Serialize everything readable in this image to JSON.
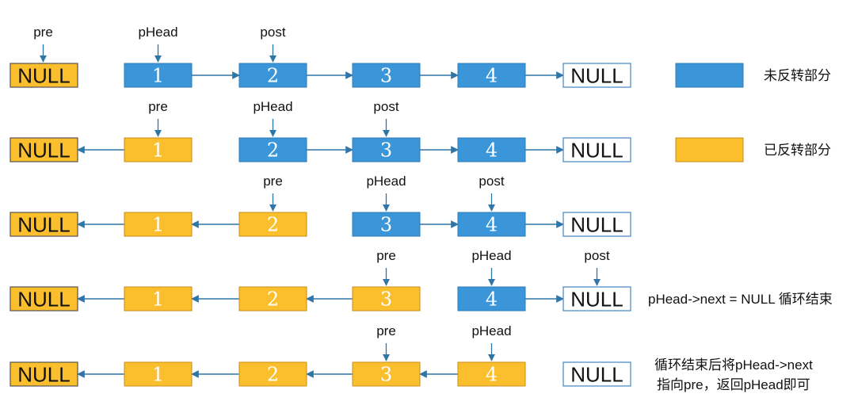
{
  "colors": {
    "blue": "#3a96d9",
    "orange": "#fbbe2c",
    "blue_border": "#2d7bb5",
    "orange_border": "#c98e14",
    "arrow": "#2f75a8",
    "null_border": "#3f86c2",
    "null_fill": "#ffffff",
    "text_dark": "#111111",
    "text_light": "#ffffff"
  },
  "legend": [
    {
      "color": "blue",
      "label": "未反转部分"
    },
    {
      "color": "orange",
      "label": "已反转部分"
    }
  ],
  "rows": [
    {
      "nodes": [
        {
          "text": "NULL",
          "kind": "orange-null"
        },
        {
          "text": "1",
          "kind": "blue"
        },
        {
          "text": "2",
          "kind": "blue"
        },
        {
          "text": "3",
          "kind": "blue"
        },
        {
          "text": "4",
          "kind": "blue"
        },
        {
          "text": "NULL",
          "kind": "null"
        }
      ],
      "links": [
        {
          "from": 1,
          "to": 2,
          "dir": "right"
        },
        {
          "from": 2,
          "to": 3,
          "dir": "right"
        },
        {
          "from": 3,
          "to": 4,
          "dir": "right"
        },
        {
          "from": 4,
          "to": 5,
          "dir": "right"
        }
      ],
      "pointers": [
        {
          "label": "pre",
          "node": 0
        },
        {
          "label": "pHead",
          "node": 1
        },
        {
          "label": "post",
          "node": 2
        }
      ],
      "note": []
    },
    {
      "nodes": [
        {
          "text": "NULL",
          "kind": "orange-null"
        },
        {
          "text": "1",
          "kind": "orange"
        },
        {
          "text": "2",
          "kind": "blue"
        },
        {
          "text": "3",
          "kind": "blue"
        },
        {
          "text": "4",
          "kind": "blue"
        },
        {
          "text": "NULL",
          "kind": "null"
        }
      ],
      "links": [
        {
          "from": 1,
          "to": 0,
          "dir": "left"
        },
        {
          "from": 2,
          "to": 3,
          "dir": "right"
        },
        {
          "from": 3,
          "to": 4,
          "dir": "right"
        },
        {
          "from": 4,
          "to": 5,
          "dir": "right"
        }
      ],
      "pointers": [
        {
          "label": "pre",
          "node": 1
        },
        {
          "label": "pHead",
          "node": 2
        },
        {
          "label": "post",
          "node": 3
        }
      ],
      "note": []
    },
    {
      "nodes": [
        {
          "text": "NULL",
          "kind": "orange-null"
        },
        {
          "text": "1",
          "kind": "orange"
        },
        {
          "text": "2",
          "kind": "orange"
        },
        {
          "text": "3",
          "kind": "blue"
        },
        {
          "text": "4",
          "kind": "blue"
        },
        {
          "text": "NULL",
          "kind": "null"
        }
      ],
      "links": [
        {
          "from": 1,
          "to": 0,
          "dir": "left"
        },
        {
          "from": 2,
          "to": 1,
          "dir": "left"
        },
        {
          "from": 3,
          "to": 4,
          "dir": "right"
        },
        {
          "from": 4,
          "to": 5,
          "dir": "right"
        }
      ],
      "pointers": [
        {
          "label": "pre",
          "node": 2
        },
        {
          "label": "pHead",
          "node": 3
        },
        {
          "label": "post",
          "node": 4
        }
      ],
      "note": []
    },
    {
      "nodes": [
        {
          "text": "NULL",
          "kind": "orange-null"
        },
        {
          "text": "1",
          "kind": "orange"
        },
        {
          "text": "2",
          "kind": "orange"
        },
        {
          "text": "3",
          "kind": "orange"
        },
        {
          "text": "4",
          "kind": "blue"
        },
        {
          "text": "NULL",
          "kind": "null"
        }
      ],
      "links": [
        {
          "from": 1,
          "to": 0,
          "dir": "left"
        },
        {
          "from": 2,
          "to": 1,
          "dir": "left"
        },
        {
          "from": 3,
          "to": 2,
          "dir": "left"
        },
        {
          "from": 4,
          "to": 5,
          "dir": "right"
        }
      ],
      "pointers": [
        {
          "label": "pre",
          "node": 3
        },
        {
          "label": "pHead",
          "node": 4
        },
        {
          "label": "post",
          "node": 5
        }
      ],
      "note": [
        "pHead->next = NULL 循环结束"
      ]
    },
    {
      "nodes": [
        {
          "text": "NULL",
          "kind": "orange-null"
        },
        {
          "text": "1",
          "kind": "orange"
        },
        {
          "text": "2",
          "kind": "orange"
        },
        {
          "text": "3",
          "kind": "orange"
        },
        {
          "text": "4",
          "kind": "orange"
        },
        {
          "text": "NULL",
          "kind": "null"
        }
      ],
      "links": [
        {
          "from": 1,
          "to": 0,
          "dir": "left"
        },
        {
          "from": 2,
          "to": 1,
          "dir": "left"
        },
        {
          "from": 3,
          "to": 2,
          "dir": "left"
        },
        {
          "from": 4,
          "to": 3,
          "dir": "left"
        }
      ],
      "pointers": [
        {
          "label": "pre",
          "node": 3
        },
        {
          "label": "pHead",
          "node": 4
        }
      ],
      "note": [
        "循环结束后将pHead->next",
        "指向pre，返回pHead即可"
      ]
    }
  ]
}
